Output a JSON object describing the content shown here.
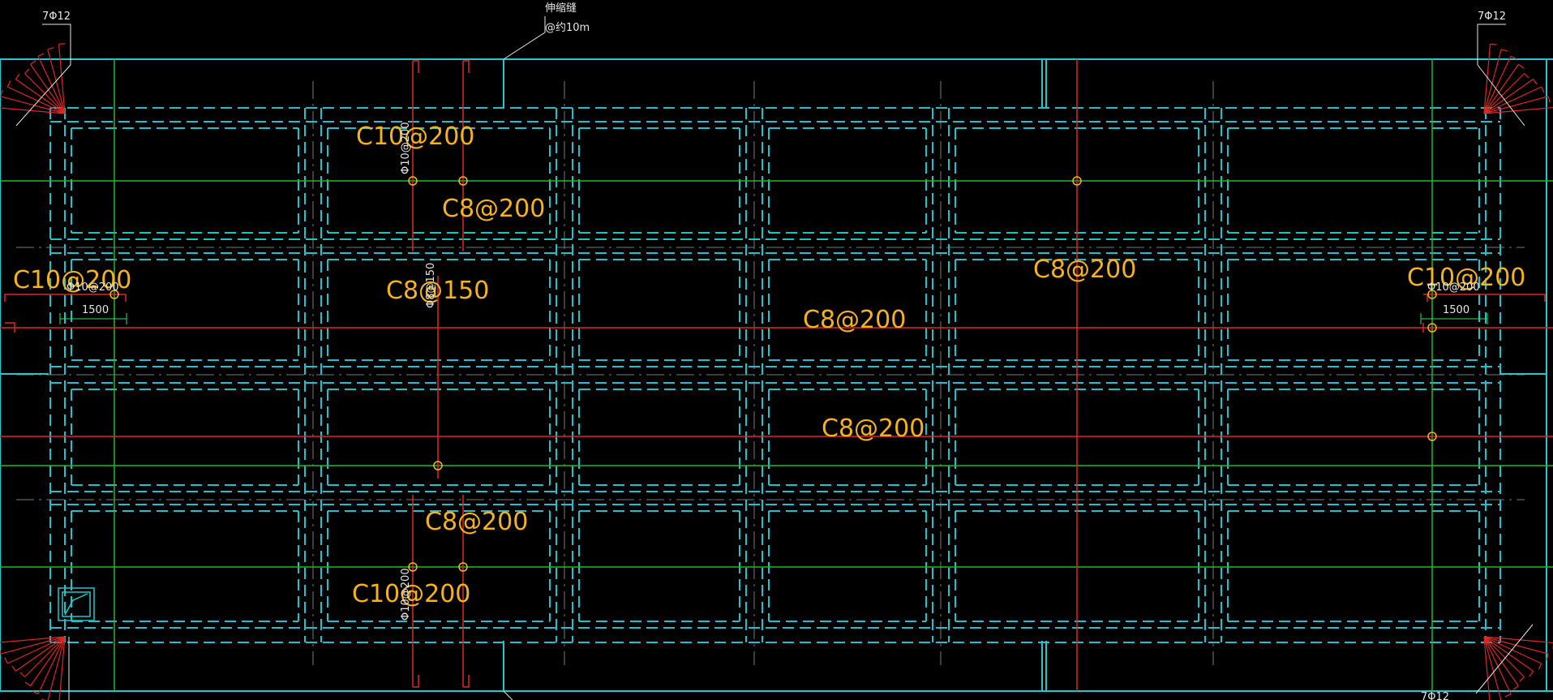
{
  "colors": {
    "background": "#000000",
    "slab_edge": "#26c6cf",
    "beam_dashed": "#20c1cc",
    "grid_axis": "#7a7a7a",
    "rebar_red": "#e02525",
    "rebar_green": "#1fb82a",
    "label_yellow": "#f5b21c",
    "small_text": "#e6e6e6"
  },
  "labels": {
    "c10_top": "C10@200",
    "c8_top": "C8@200",
    "c10_left": "C10@200",
    "c8_150": "C8@150",
    "c8_mid_right": "C8@200",
    "c8_center": "C8@200",
    "c10_right": "C10@200",
    "c8_lower_center": "C8@200",
    "c8_lower_left": "C8@200",
    "c10_bottom": "C10@200"
  },
  "small_text": {
    "corner_tl": "7Φ12",
    "corner_tr": "7Φ12",
    "corner_br": "7Φ12",
    "joint_line1": "伸缩缝",
    "joint_line2": "@约10m",
    "dim_left": "1500",
    "dim_right": "1500",
    "rebar_left": "Φ10@200",
    "rebar_right": "Φ10@200",
    "vert_top": "Φ10@200",
    "vert_mid": "Φ8@150",
    "vert_bottom": "Φ10@200"
  },
  "icons": {
    "corner_reinforcement": "radial-rebar-fan-icon",
    "column_symbol": "column-box-icon"
  }
}
